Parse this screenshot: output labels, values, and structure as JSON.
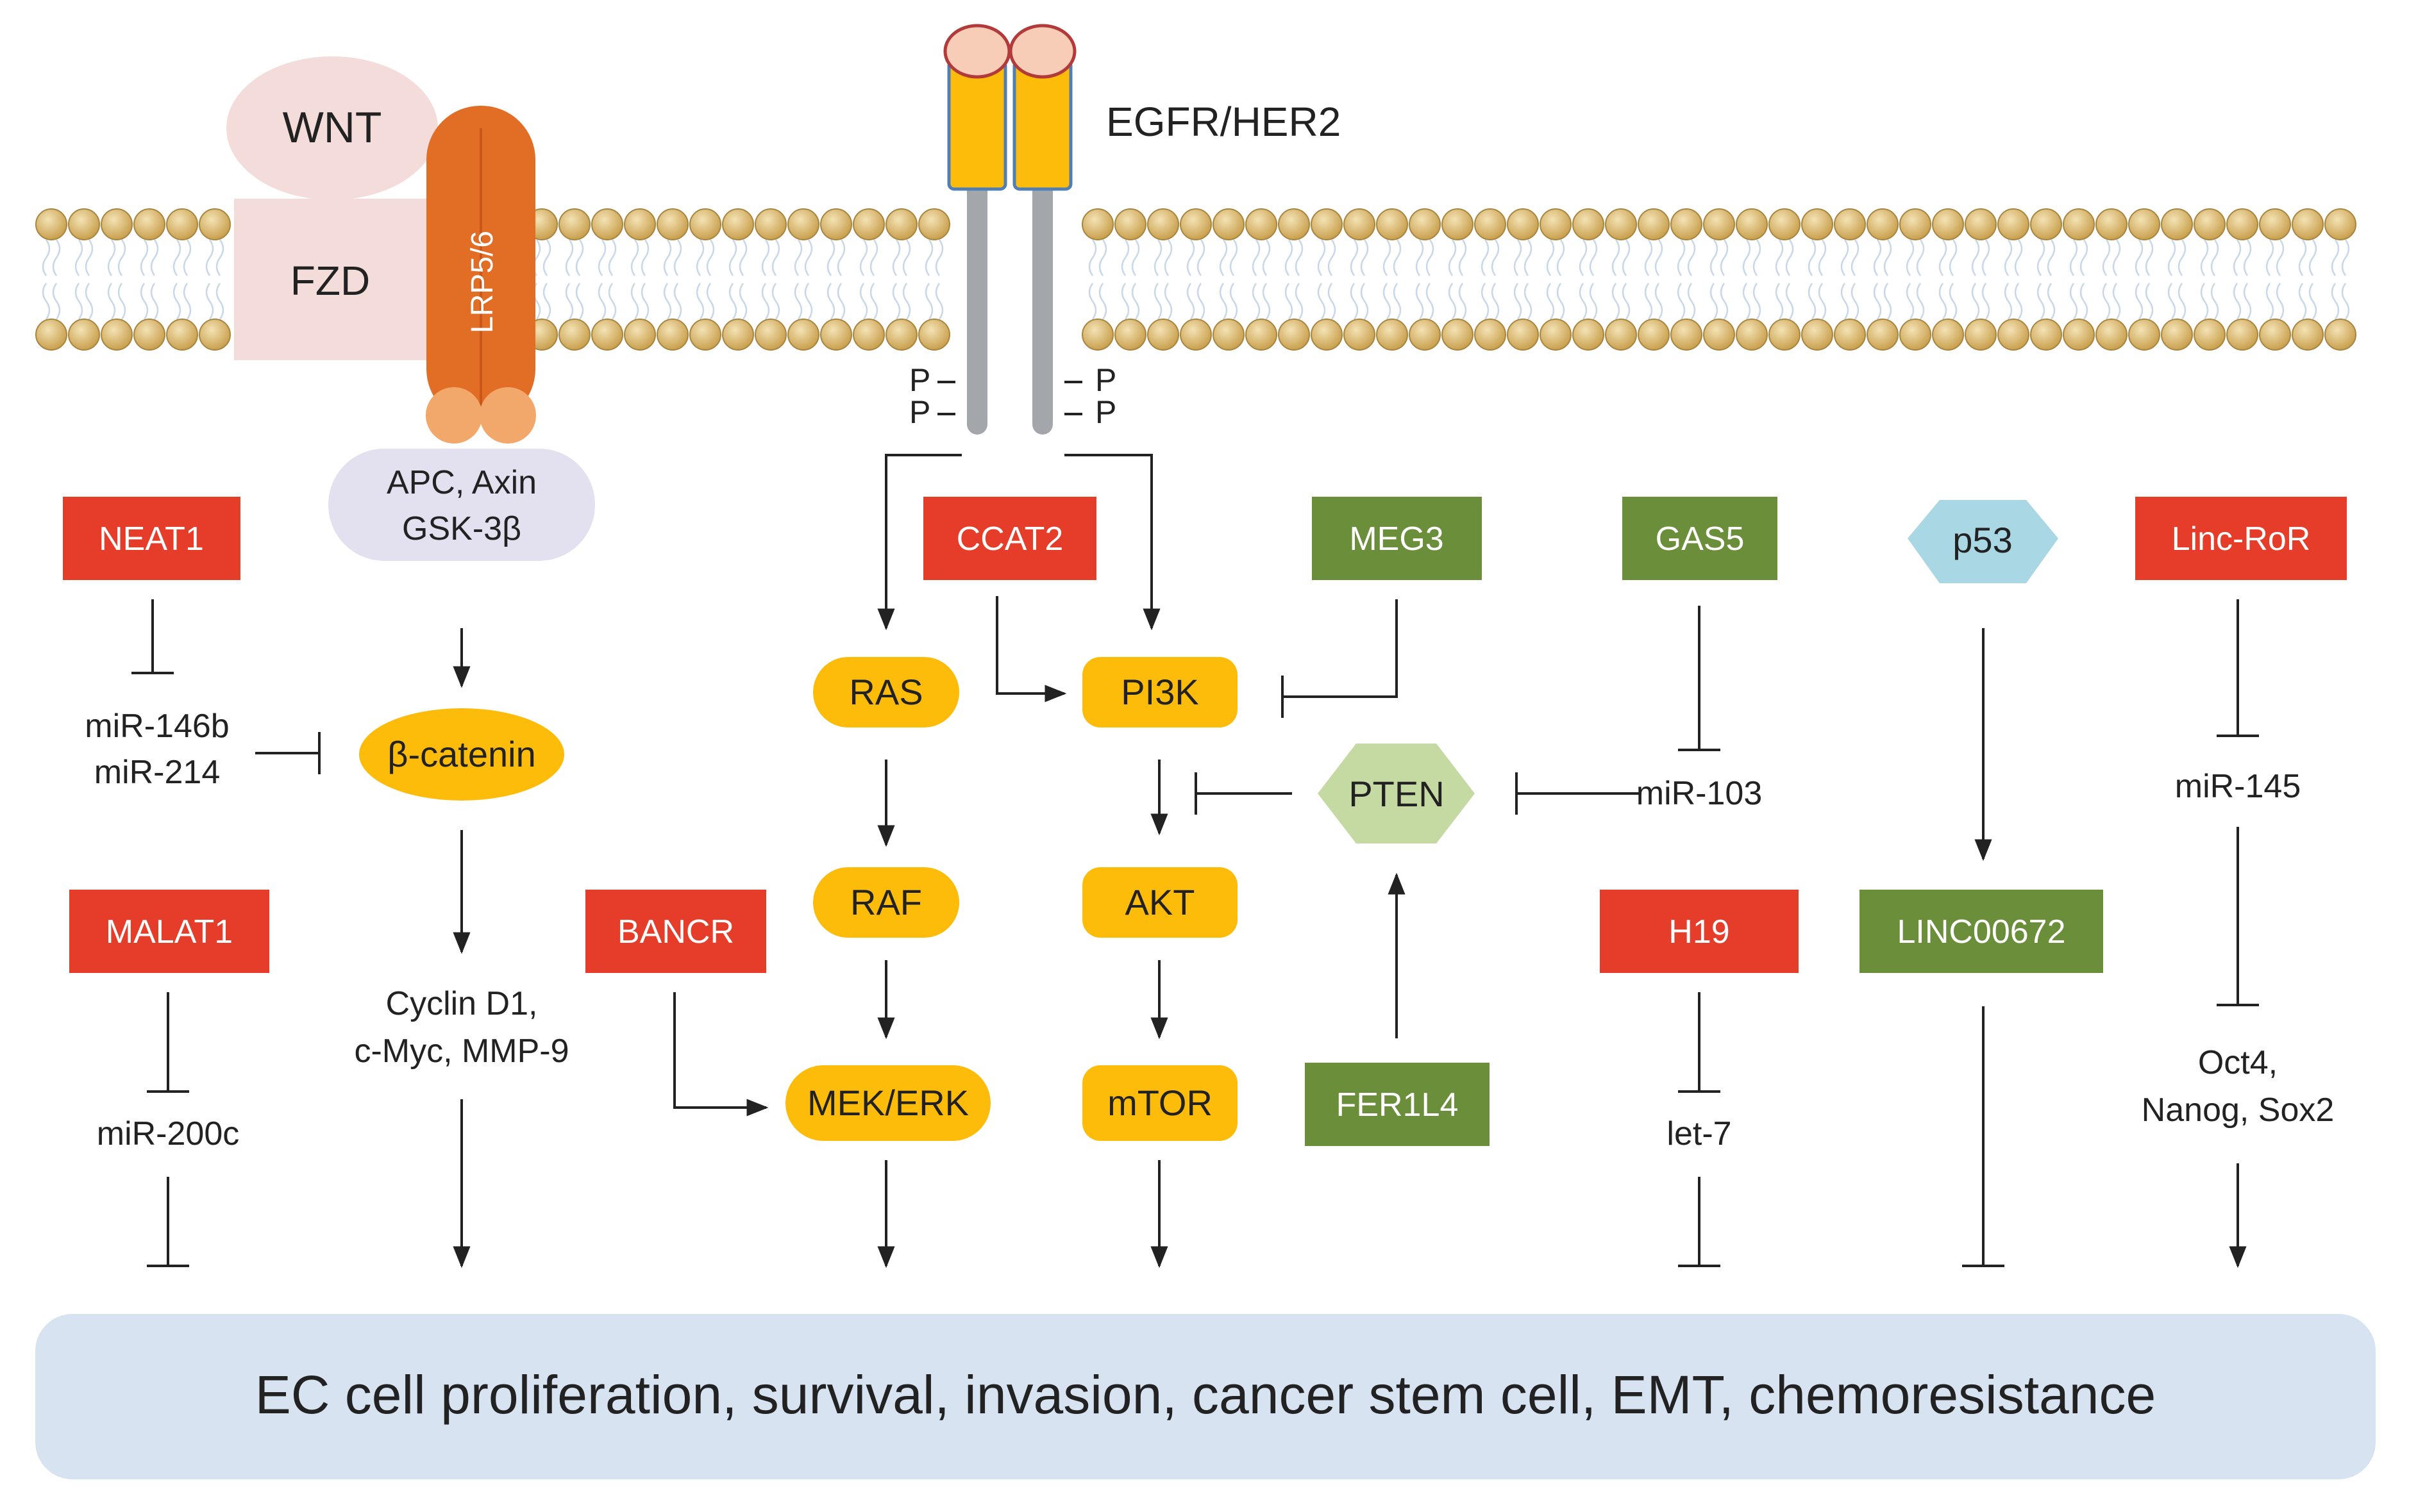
{
  "colors": {
    "red_box": "#e63c2a",
    "green_box": "#6b8e3a",
    "yellow_node": "#fdbc0a",
    "orange_receptor": "#e26d25",
    "pink": "#f3dcd9",
    "lavender": "#e3e0ef",
    "light_blue": "#a9d7e4",
    "light_green": "#c5d9a3",
    "bottom_panel": "#d7e3f1",
    "membrane_bead": "#d7b56c",
    "gray_tail": "#a3a6ab"
  },
  "receptors": {
    "wnt": "WNT",
    "fzd": "FZD",
    "lrp": "LRP5/6",
    "egfr": "EGFR/HER2",
    "phospho": "P"
  },
  "complexes": {
    "apc_line1": "APC, Axin",
    "apc_line2": "GSK-3β"
  },
  "nodes": {
    "beta_catenin": "β-catenin",
    "ras": "RAS",
    "raf": "RAF",
    "mek_erk": "MEK/ERK",
    "pi3k": "PI3K",
    "akt": "AKT",
    "mtor": "mTOR",
    "pten": "PTEN",
    "p53": "p53"
  },
  "lncrna": {
    "neat1": "NEAT1",
    "malat1": "MALAT1",
    "ccat2": "CCAT2",
    "bancr": "BANCR",
    "meg3": "MEG3",
    "fer1l4": "FER1L4",
    "gas5": "GAS5",
    "h19": "H19",
    "linc00672": "LINC00672",
    "linc_ror": "Linc-RoR"
  },
  "labels": {
    "mir146b": "miR-146b",
    "mir214": "miR-214",
    "mir200c": "miR-200c",
    "cyclin_line1": "Cyclin D1,",
    "cyclin_line2": "c-Myc, MMP-9",
    "mir103": "miR-103",
    "let7": "let-7",
    "mir145": "miR-145",
    "oct_line1": "Oct4,",
    "oct_line2": "Nanog, Sox2"
  },
  "outcome": "EC cell proliferation, survival, invasion, cancer stem cell, EMT, chemoresistance"
}
